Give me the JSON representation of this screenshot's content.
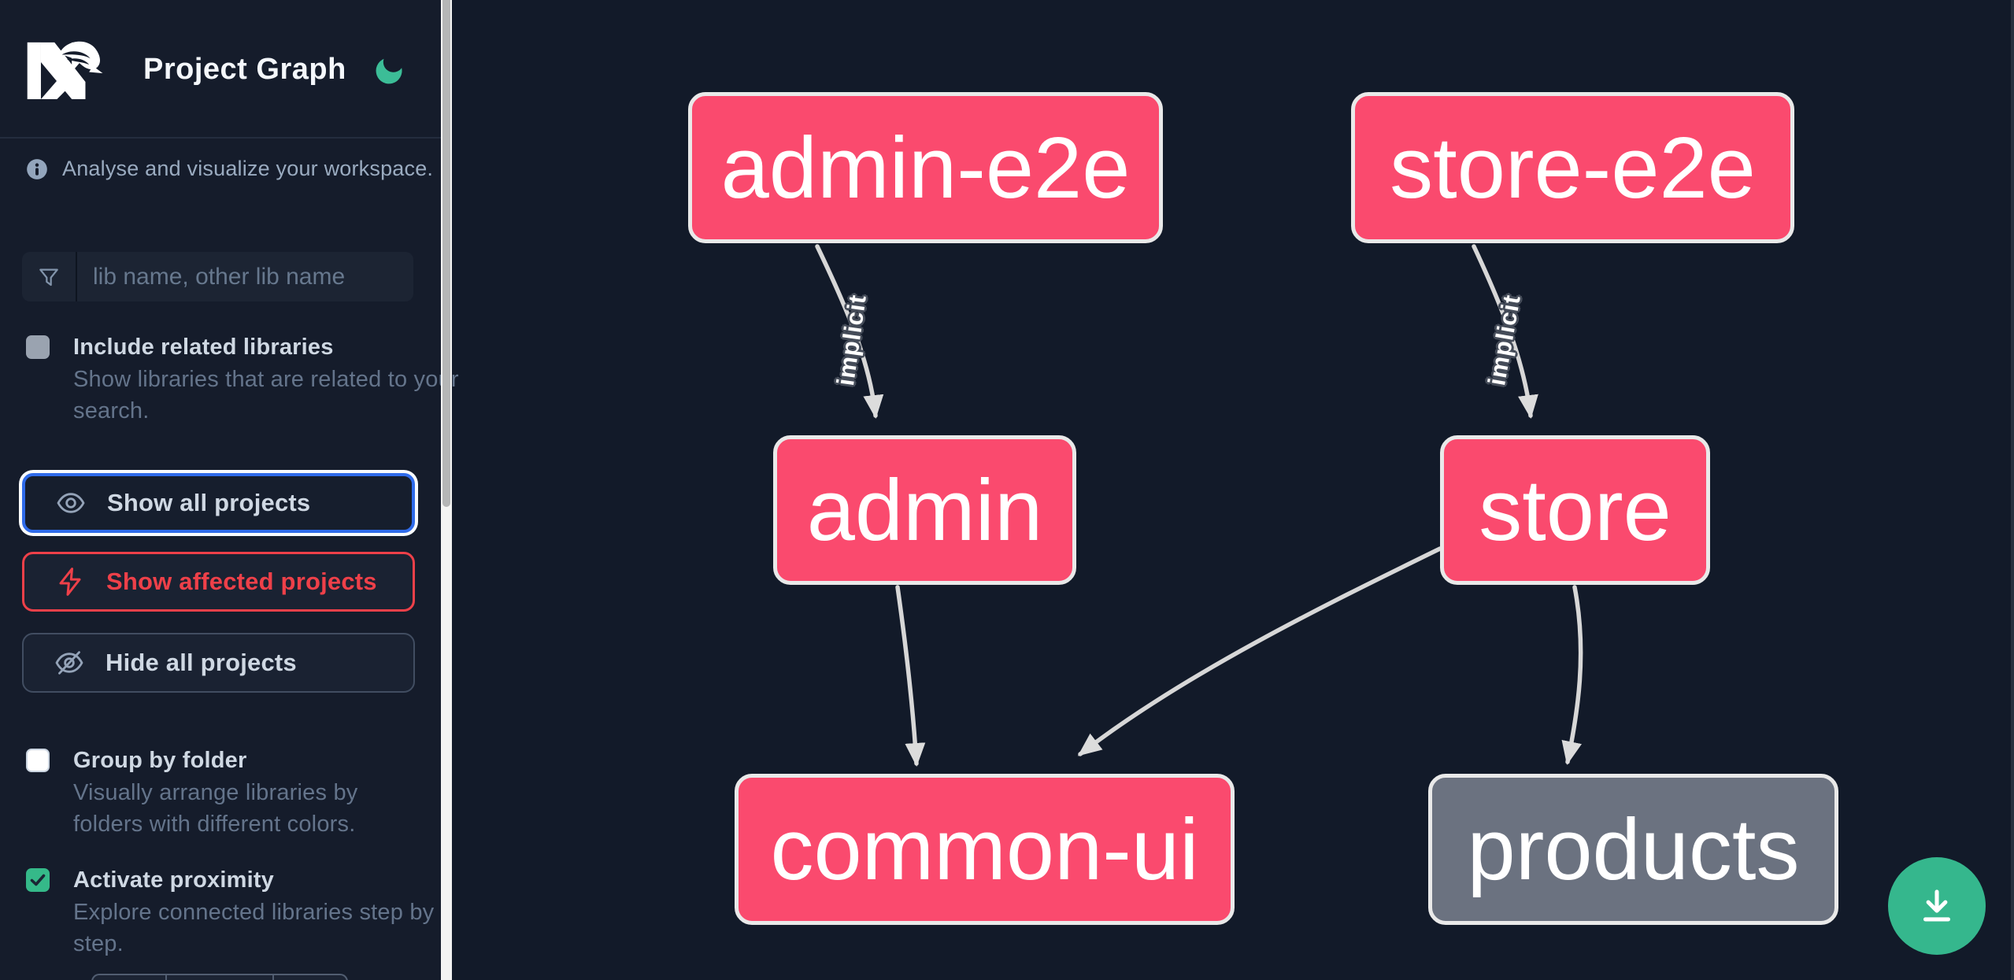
{
  "header": {
    "title": "Project Graph",
    "logo_icon": "nx-logo",
    "theme_toggle_icon": "moon-icon"
  },
  "sidebar": {
    "tagline": "Analyse and visualize your workspace.",
    "info_icon": "info-icon",
    "search": {
      "icon": "filter-funnel-icon",
      "placeholder": "lib name, other lib name",
      "value": ""
    },
    "options": [
      {
        "label": "Include related libraries",
        "description": "Show libraries that are related to your search.",
        "checked": false
      },
      {
        "label": "Group by folder",
        "description": "Visually arrange libraries by folders with different colors.",
        "checked": false
      },
      {
        "label": "Activate proximity",
        "description": "Explore connected libraries step by step.",
        "checked": true
      }
    ],
    "actions": [
      {
        "label": "Show all projects",
        "icon": "eye-icon",
        "focused": true
      },
      {
        "label": "Show affected projects",
        "icon": "bolt-icon",
        "variant": "affected"
      },
      {
        "label": "Hide all projects",
        "icon": "eye-off-icon"
      }
    ]
  },
  "graph": {
    "nodes": [
      {
        "label": "admin-e2e",
        "color": "pink"
      },
      {
        "label": "store-e2e",
        "color": "pink"
      },
      {
        "label": "admin",
        "color": "pink"
      },
      {
        "label": "store",
        "color": "pink"
      },
      {
        "label": "common-ui",
        "color": "pink"
      },
      {
        "label": "products",
        "color": "gray"
      }
    ],
    "edges": [
      {
        "from": "admin-e2e",
        "to": "admin",
        "label": "implicit"
      },
      {
        "from": "store-e2e",
        "to": "store",
        "label": "implicit"
      },
      {
        "from": "admin",
        "to": "common-ui",
        "label": ""
      },
      {
        "from": "store",
        "to": "common-ui",
        "label": ""
      },
      {
        "from": "store",
        "to": "products",
        "label": ""
      }
    ]
  },
  "fab": {
    "icon": "download-icon"
  },
  "colors": {
    "node_pink": "#fa4a6e",
    "node_gray": "#6b7280",
    "node_border": "#e9e9e9",
    "edge": "#d7d7d7",
    "accent_green": "#35b78d",
    "affected_red": "#ee4049",
    "focus_blue": "#2f6bea",
    "sidebar_bg": "#151c2b",
    "canvas_bg": "#121a29"
  }
}
